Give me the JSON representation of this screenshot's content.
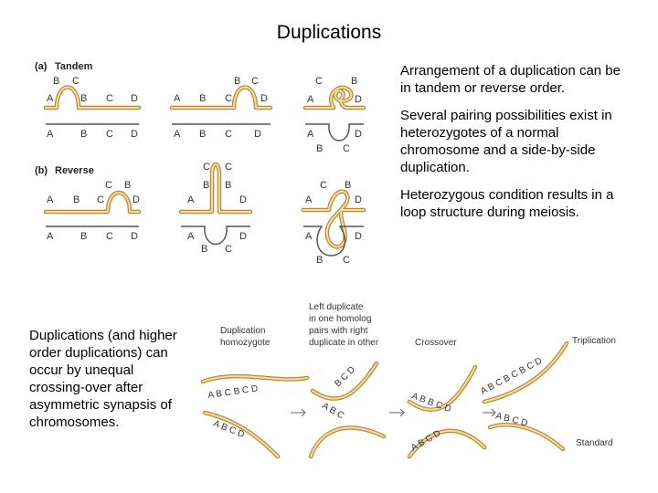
{
  "title": "Duplications",
  "right_paragraphs": [
    "Arrangement of a duplication can be in tandem or reverse order.",
    "Several pairing possibilities exist in heterozygotes of a normal chromosome and a side-by-side duplication.",
    "Heterozygous condition results in a loop structure during meiosis."
  ],
  "left_text": "Duplications (and higher order duplications) can occur by unequal crossing-over after asymmetric synapsis of chromosomes.",
  "figure_top": {
    "panel_a": "(a)",
    "panel_a_name": "Tandem",
    "panel_b": "(b)",
    "panel_b_name": "Reverse",
    "genes": {
      "a": "A",
      "b": "B",
      "c": "C",
      "d": "D"
    }
  },
  "figure_bottom": {
    "label_dup_homozygote": [
      "Duplication",
      "homozygote"
    ],
    "label_left_dup": [
      "Left duplicate",
      "in one homolog",
      "pairs with right",
      "duplicate in other"
    ],
    "label_crossover": "Crossover",
    "label_triplication": "Triplication",
    "label_standard": "Standard",
    "strand_top_left": "A B C B C D",
    "strand_bottom_left": "A B C D",
    "strand_mid_top": "B C D",
    "strand_mid_bottom": "A B C",
    "strand_cross_top": "A B B C D",
    "strand_cross_bottom": "A B C D",
    "strand_triple": "A B C B C B C D",
    "strand_standard": "A B C D"
  }
}
